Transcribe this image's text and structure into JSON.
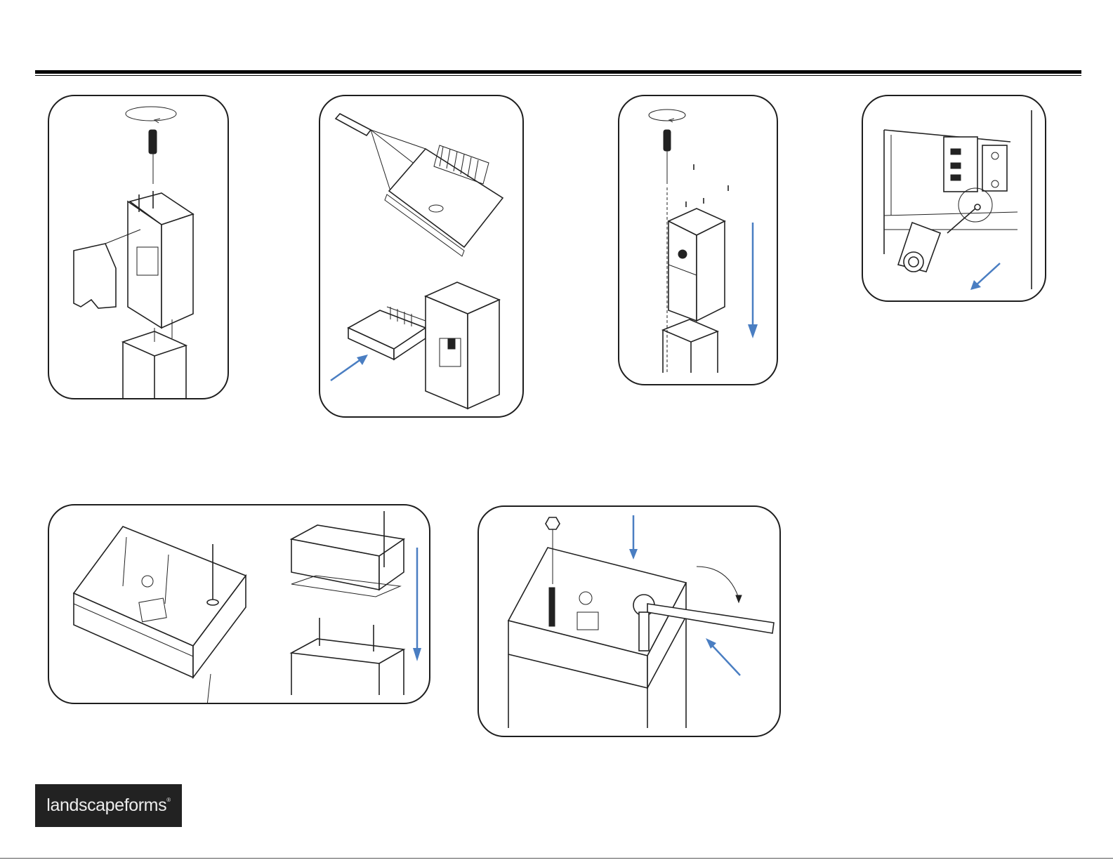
{
  "header": {
    "rule_color": "#000000"
  },
  "figures": [
    {
      "name": "step-remove-cover",
      "arrow_color": "#4a7ec2"
    },
    {
      "name": "step-tray-detail",
      "arrow_color": "#4a7ec2"
    },
    {
      "name": "step-insert-box",
      "arrow_color": "#4a7ec2"
    },
    {
      "name": "step-receptacle-screw",
      "arrow_color": "#4a7ec2"
    },
    {
      "name": "step-base-assembly",
      "arrow_color": "#4a7ec2"
    },
    {
      "name": "step-tighten-nut",
      "arrow_color": "#4a7ec2"
    }
  ],
  "footer": {
    "logo_text_light": "landscape",
    "logo_text_bold": "forms",
    "logo_mark": "®",
    "logo_bg": "#222222"
  }
}
